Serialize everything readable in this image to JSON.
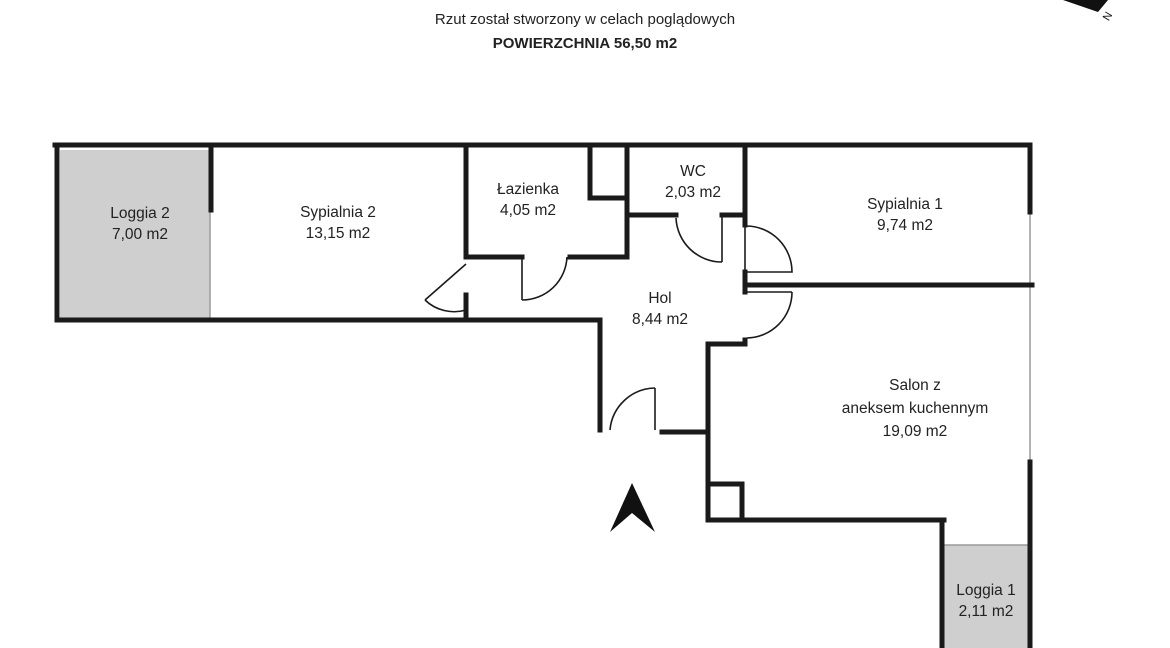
{
  "header": {
    "note": "Rzut został stworzony w celach poglądowych",
    "total_area": "POWIERZCHNIA 56,50 m2"
  },
  "rooms": {
    "loggia2": {
      "name": "Loggia 2",
      "area": "7,00 m2"
    },
    "sypialnia2": {
      "name": "Sypialnia 2",
      "area": "13,15 m2"
    },
    "lazienka": {
      "name": "Łazienka",
      "area": "4,05 m2"
    },
    "wc": {
      "name": "WC",
      "area": "2,03 m2"
    },
    "sypialnia1": {
      "name": "Sypialnia 1",
      "area": "9,74 m2"
    },
    "hol": {
      "name": "Hol",
      "area": "8,44 m2"
    },
    "salon": {
      "line1": "Salon z",
      "line2": "aneksem kuchennym",
      "area": "19,09 m2"
    },
    "loggia1": {
      "name": "Loggia 1",
      "area": "2,11 m2"
    }
  },
  "compass": {
    "letter": "N"
  },
  "colors": {
    "wall": "#1a1a1a",
    "loggia_fill": "#cfcfcf",
    "thin_line": "#9a9a9a",
    "text": "#222222"
  }
}
